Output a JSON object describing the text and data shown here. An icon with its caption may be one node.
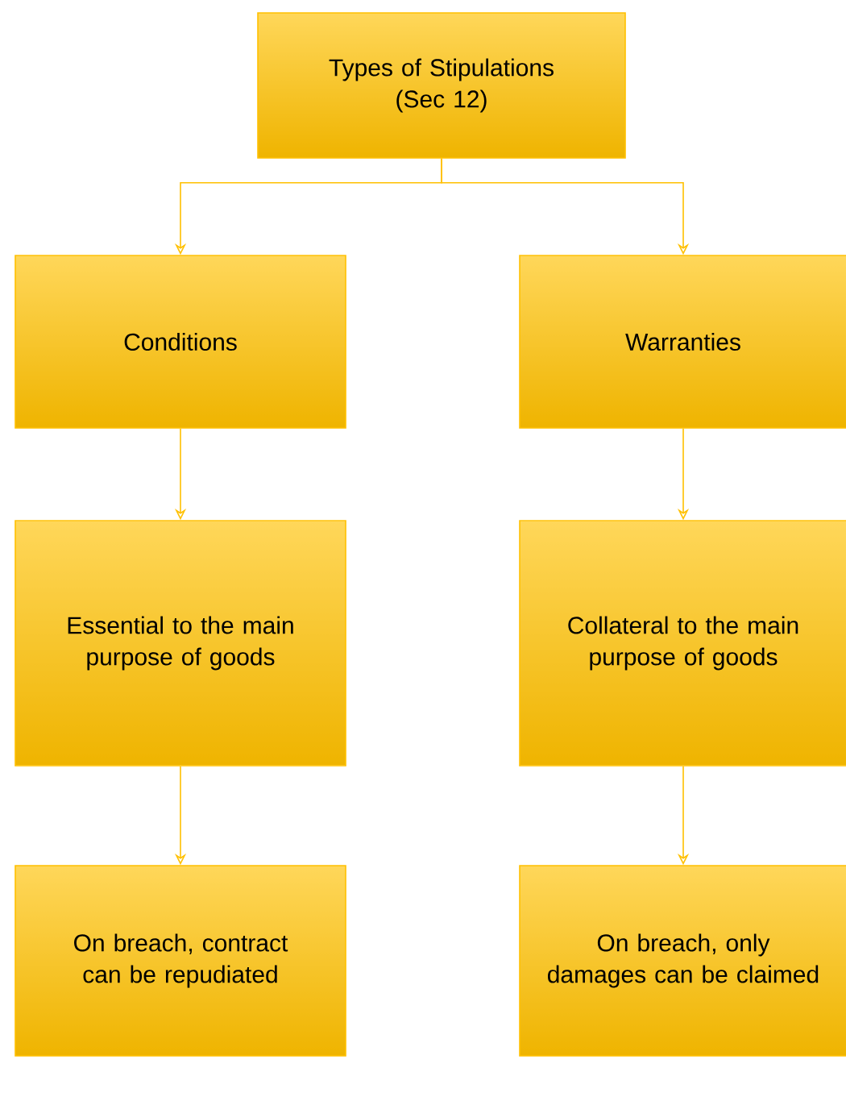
{
  "diagram": {
    "nodes": [
      {
        "text": [
          "Types of Stipulations (Sec 12)"
        ]
      },
      {
        "text": [
          "Conditions"
        ]
      },
      {
        "text": [
          "Warranties"
        ]
      },
      {
        "text": [
          "Essential to the main purpose of goods"
        ]
      },
      {
        "text": [
          "Collateral to the main purpose of goods"
        ]
      },
      {
        "text": [
          "On breach, contract can be repudiated"
        ]
      },
      {
        "text": [
          "On breach, only damages can be claimed"
        ]
      }
    ],
    "edges": [
      {
        "from": 0,
        "to": 1,
        "arrow": "to"
      },
      {
        "from": 0,
        "to": 2,
        "arrow": "to"
      },
      {
        "from": 1,
        "to": 3,
        "arrow": "to"
      },
      {
        "from": 2,
        "to": 4,
        "arrow": "to"
      },
      {
        "from": 3,
        "to": 5,
        "arrow": "to"
      },
      {
        "from": 4,
        "to": 6,
        "arrow": "to"
      }
    ]
  }
}
